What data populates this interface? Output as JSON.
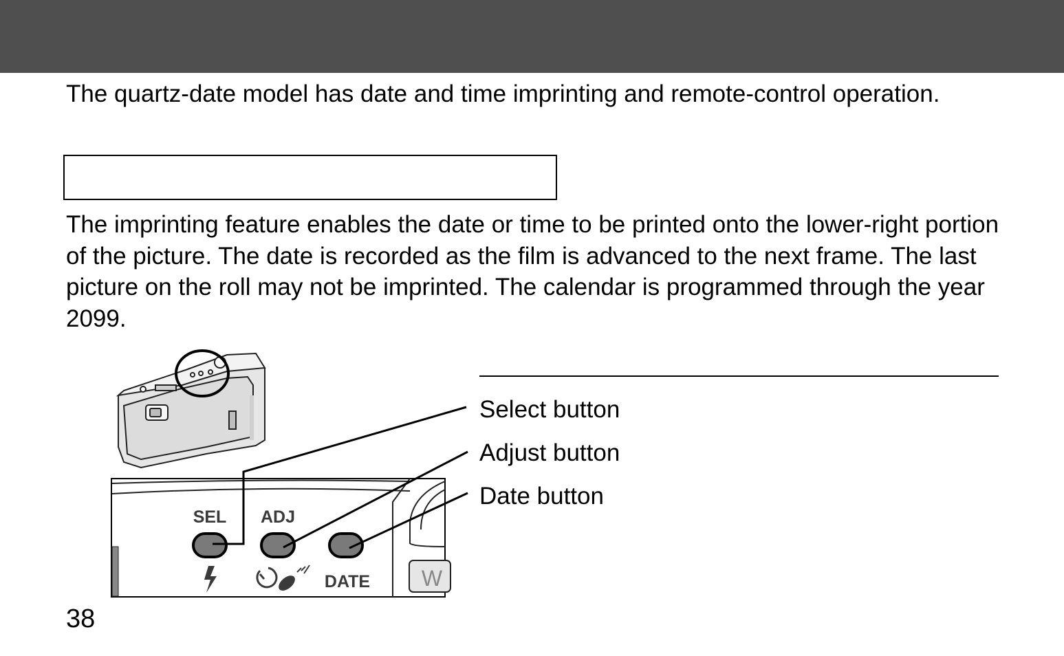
{
  "page": {
    "intro": "The quartz-date model has date and time imprinting and remote-control operation.",
    "body": "The imprinting feature enables the date or time to be printed onto the lower-right portion of the picture. The date is recorded as the film is advanced to the next frame. The last picture on the roll may not be imprinted. The calendar is programmed through the year 2099.",
    "page_number": "38"
  },
  "figure": {
    "labels": {
      "sel": "SEL",
      "adj": "ADJ",
      "date": "DATE",
      "w": "W"
    },
    "callouts": [
      {
        "label": "Select button"
      },
      {
        "label": "Adjust button"
      },
      {
        "label": "Date button"
      }
    ]
  },
  "colors": {
    "header_bar": "#4f4f4f",
    "button_fill": "#7a7a7a",
    "camera_body": "#e6e6e6"
  },
  "icons": [
    "flash-icon",
    "self-timer-icon",
    "remote-control-icon",
    "camera-illustration"
  ]
}
